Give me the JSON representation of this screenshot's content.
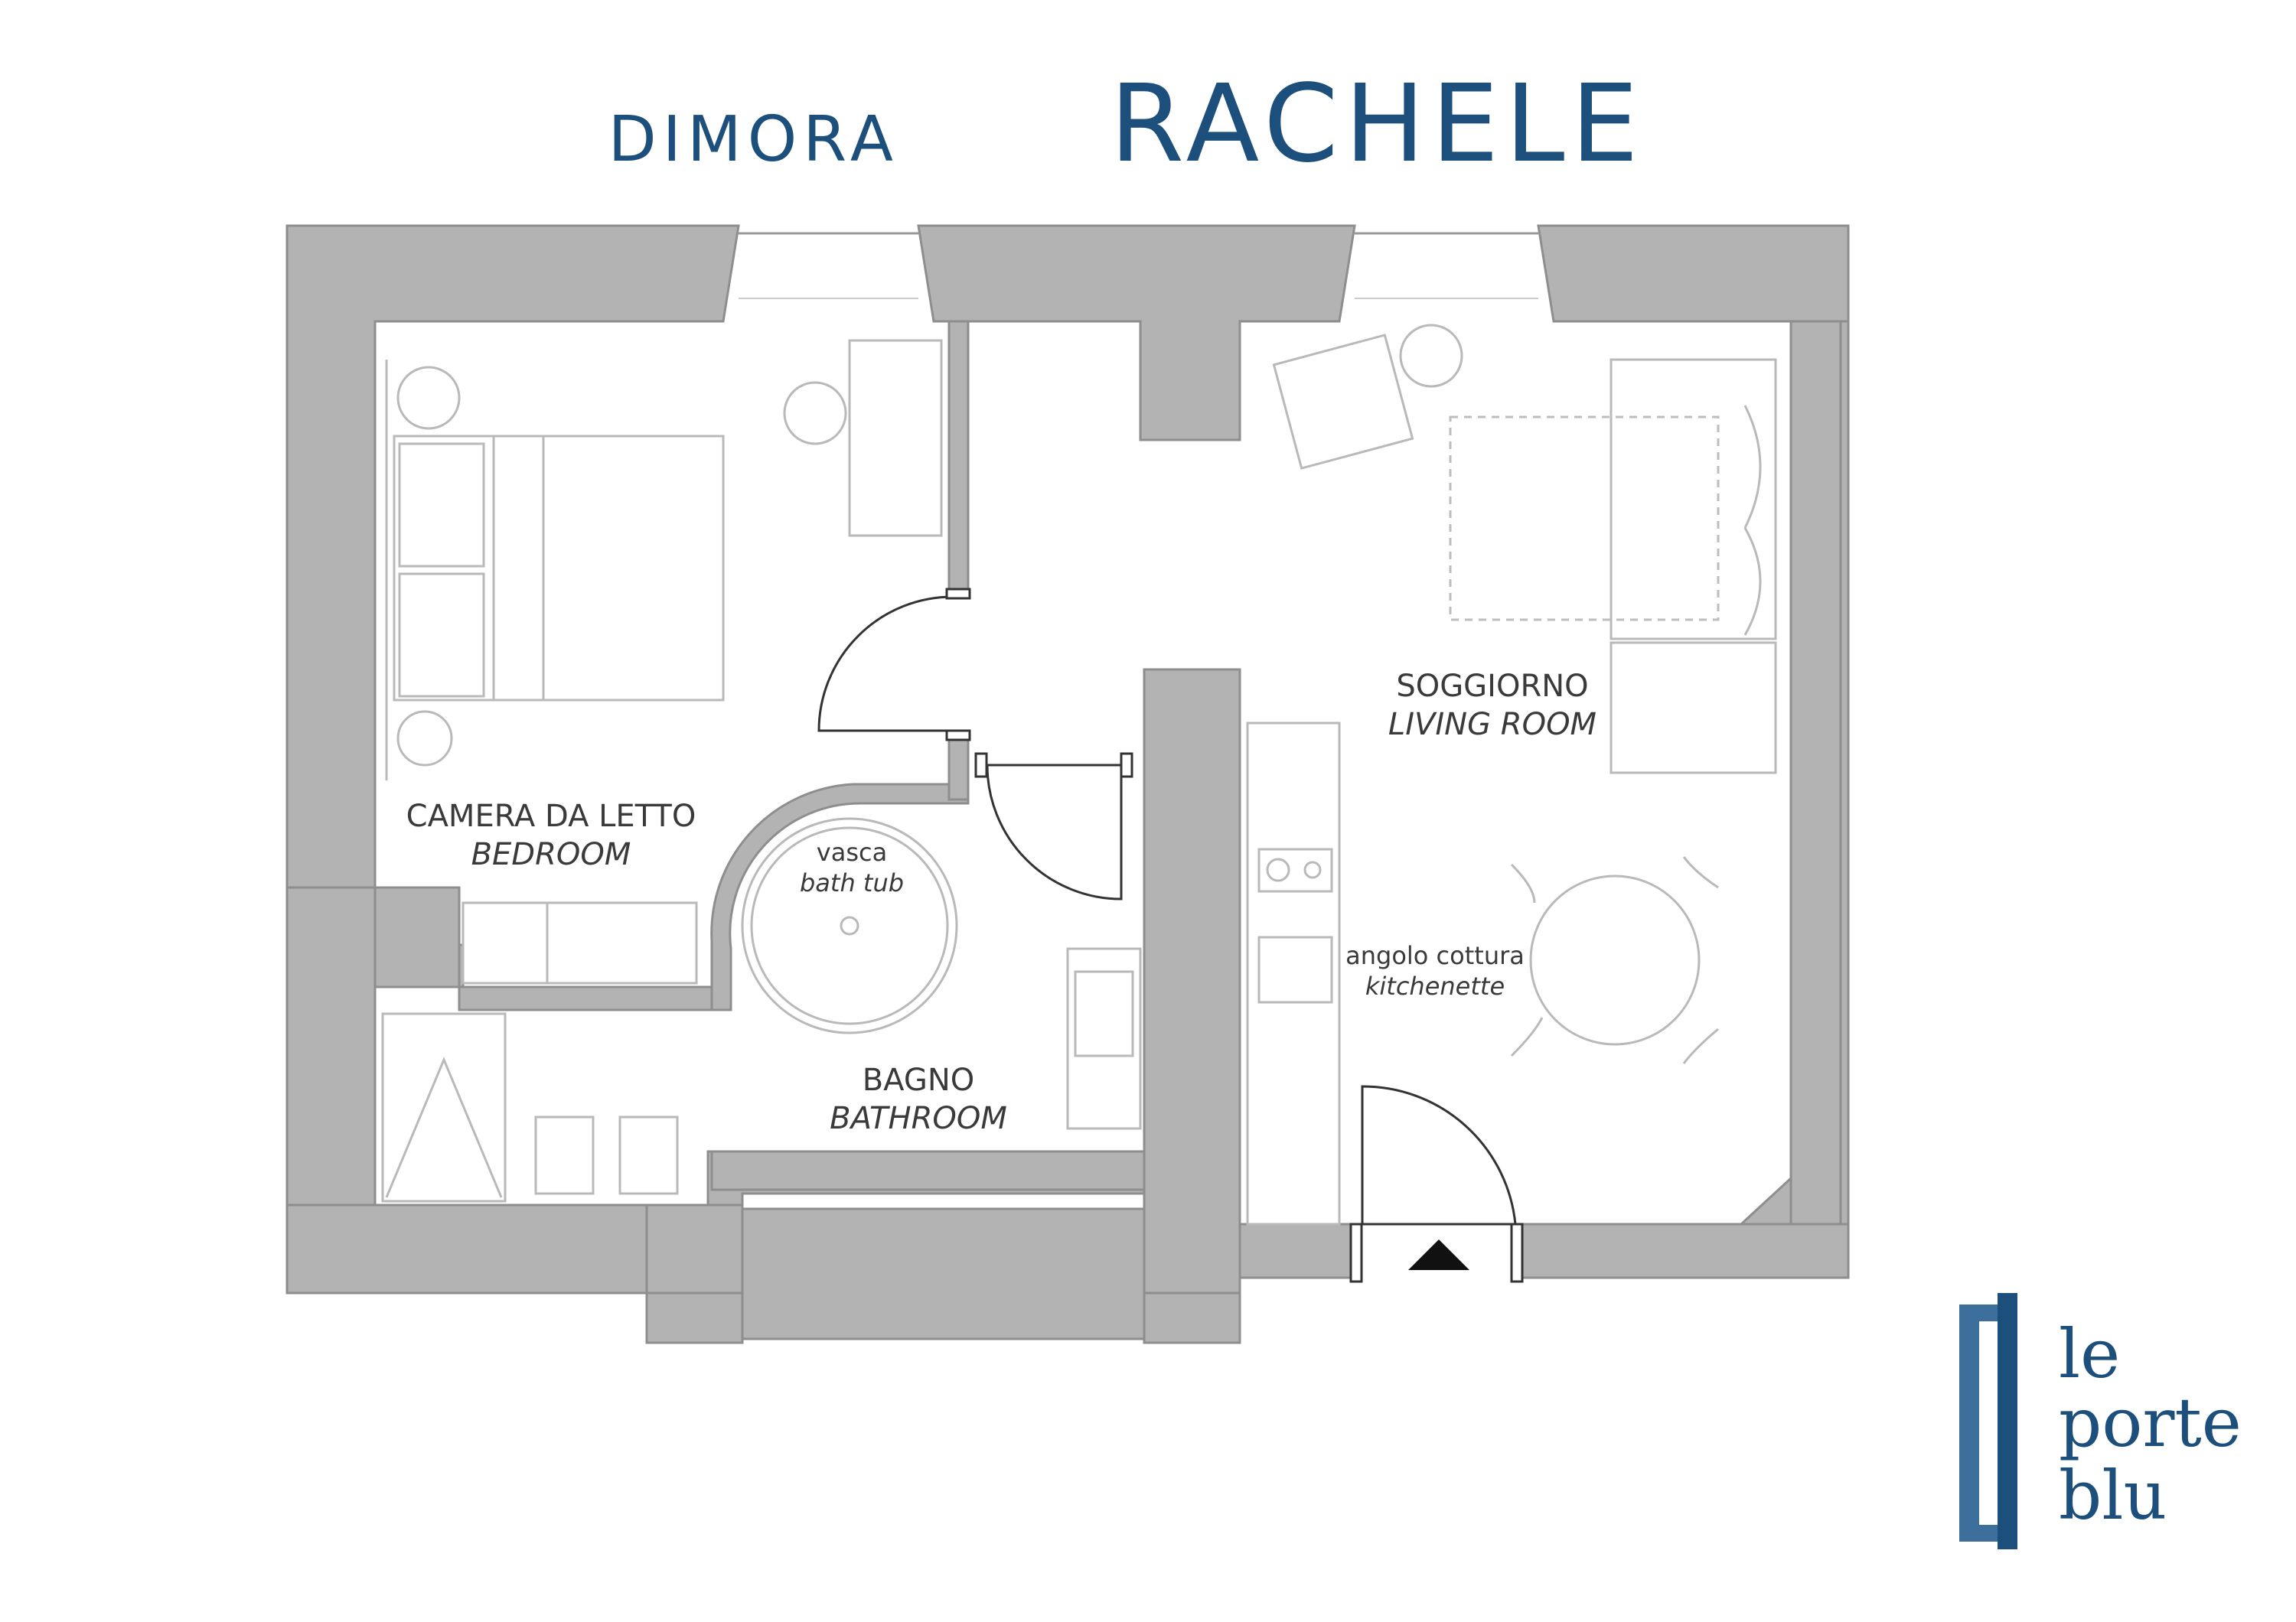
{
  "title": {
    "prefix": "DIMORA",
    "name": "RACHELE"
  },
  "rooms": {
    "bedroom": {
      "it": "CAMERA DA LETTO",
      "en": "BEDROOM"
    },
    "bath_tub": {
      "it": "vasca",
      "en": "bath tub"
    },
    "bathroom": {
      "it": "BAGNO",
      "en": "BATHROOM"
    },
    "living_room": {
      "it": "SOGGIORNO",
      "en": "LIVING ROOM"
    },
    "kitchenette": {
      "it": "angolo cottura",
      "en": "kitchenette"
    }
  },
  "logo": {
    "line1": "le",
    "line2": "porte",
    "line3": "blu"
  },
  "colors": {
    "brand": "#1d4f7c",
    "wall": "#b3b3b3",
    "line": "#b9b9b9"
  },
  "icons": {
    "entrance": "entrance-arrow-icon"
  }
}
